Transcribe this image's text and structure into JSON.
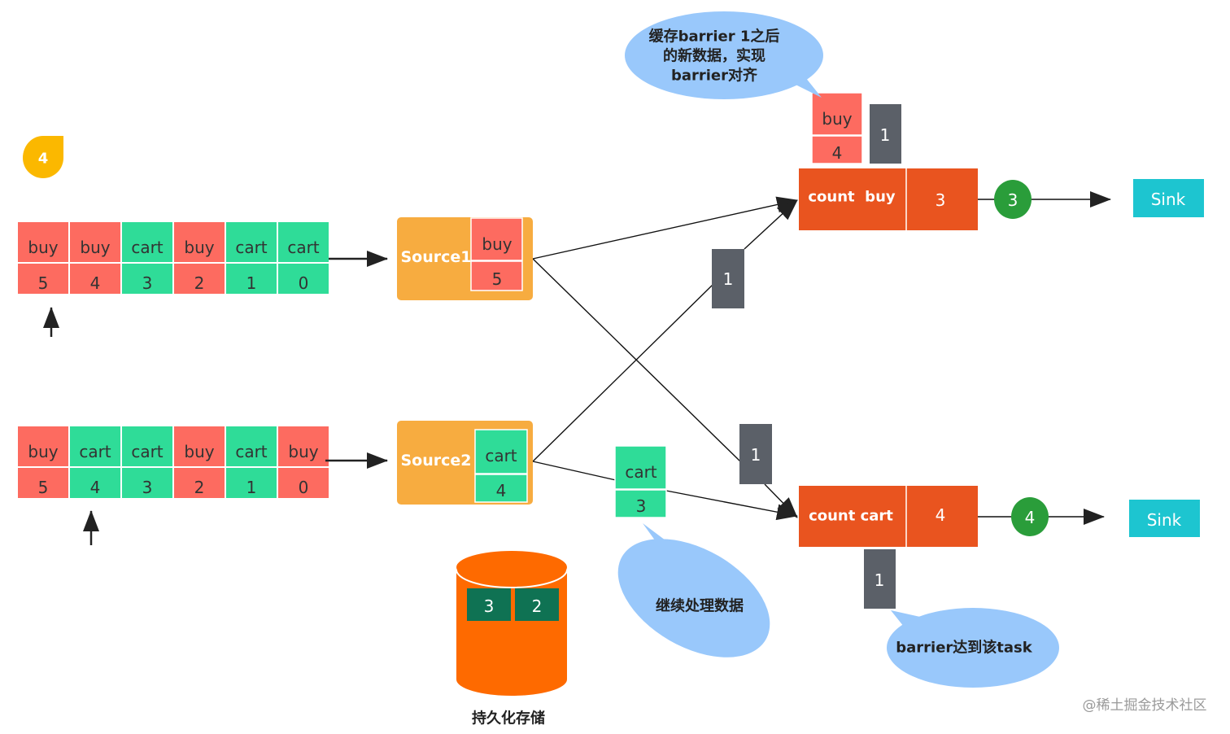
{
  "colors": {
    "buy": "#fd6b60",
    "cart": "#2fdc98",
    "source": "#f7ac40",
    "operator": "#e9541f",
    "barrier": "#5b6068",
    "bubble": "#99c8fb",
    "sink": "#1dc5d0",
    "circle": "#2a9d3a",
    "badge": "#fbb800",
    "storage": "#fe6a00",
    "snapshot": "#0f7253"
  },
  "step_badge": "4",
  "queue1": [
    {
      "key": "buy",
      "id": "5"
    },
    {
      "key": "buy",
      "id": "4"
    },
    {
      "key": "cart",
      "id": "3"
    },
    {
      "key": "buy",
      "id": "2"
    },
    {
      "key": "cart",
      "id": "1"
    },
    {
      "key": "cart",
      "id": "0"
    }
  ],
  "queue2": [
    {
      "key": "buy",
      "id": "5"
    },
    {
      "key": "cart",
      "id": "4"
    },
    {
      "key": "cart",
      "id": "3"
    },
    {
      "key": "buy",
      "id": "2"
    },
    {
      "key": "cart",
      "id": "1"
    },
    {
      "key": "buy",
      "id": "0"
    }
  ],
  "source1": {
    "label": "Source1",
    "record": {
      "key": "buy",
      "id": "5"
    }
  },
  "source2": {
    "label": "Source2",
    "record": {
      "key": "cart",
      "id": "4"
    }
  },
  "barrier_label": "1",
  "inflight_cart": {
    "key": "cart",
    "id": "3"
  },
  "buffered_buy": {
    "key": "buy",
    "id": "4"
  },
  "count_buy": {
    "label": "count  buy",
    "value": "3",
    "output": "3",
    "sink": "Sink"
  },
  "count_cart": {
    "label": "count cart",
    "value": "4",
    "output": "4",
    "sink": "Sink"
  },
  "bubbles": {
    "buffer": [
      "缓存barrier 1之后",
      "的新数据，实现",
      "barrier对齐"
    ],
    "continue": "继续处理数据",
    "arrived": "barrier达到该task"
  },
  "storage": {
    "label": "持久化存储",
    "snapshot": [
      "3",
      "2"
    ]
  },
  "watermark": "@稀土掘金技术社区"
}
